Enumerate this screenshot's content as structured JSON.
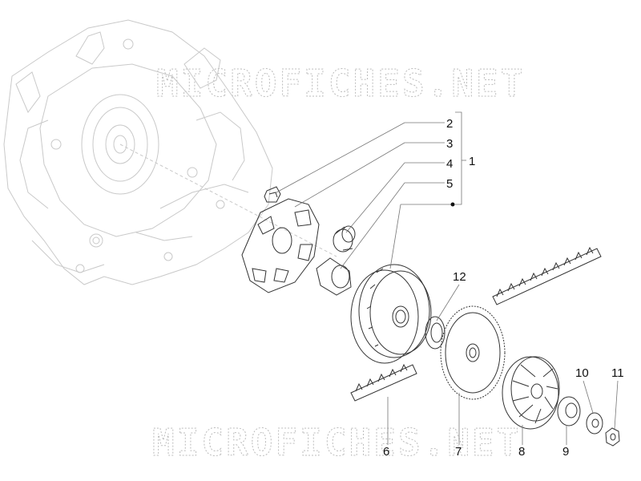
{
  "watermark": {
    "top": "MICROFICHES.NET",
    "bottom": "MICROFICHES.NET"
  },
  "callouts": {
    "c1": "1",
    "c2": "2",
    "c3": "3",
    "c4": "4",
    "c5": "5",
    "c6": "6",
    "c7": "7",
    "c8": "8",
    "c9": "9",
    "c10": "10",
    "c11": "11",
    "c12": "12"
  }
}
